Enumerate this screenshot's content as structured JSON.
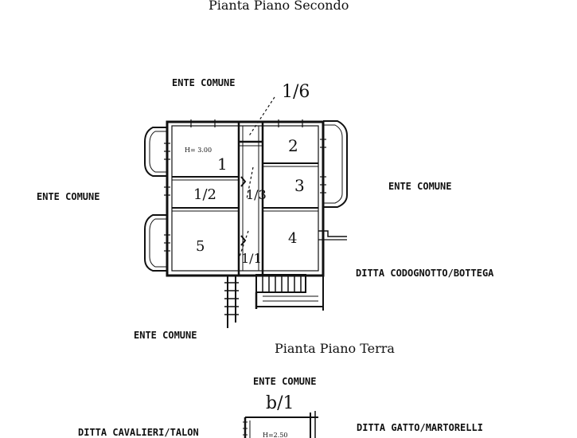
{
  "titles": {
    "upper_floor": "Pianta Piano Secondo",
    "ground_floor": "Pianta Piano Terra"
  },
  "labels": {
    "north": "ENTE COMUNE",
    "west": "ENTE COMUNE",
    "east": "ENTE COMUNE",
    "south": "ENTE COMUNE",
    "southeast": "DITTA CODOGNOTTO/BOTTEGA",
    "ground_north": "ENTE COMUNE",
    "ground_west": "DITTA CAVALIERI/TALON",
    "ground_east": "DITTA GATTO/MARTORELLI"
  },
  "rooms": {
    "r1": "1",
    "r1_height": "H= 3.00",
    "r2": "2",
    "r3": "3",
    "r4": "4",
    "r5": "5",
    "r_half": "1/2"
  },
  "markers": {
    "sheet_ref": "1/6",
    "corridor_ref": "1/3",
    "lower_ref": "1/1",
    "ground_ref": "b/1",
    "ground_height": "H=2.50"
  }
}
